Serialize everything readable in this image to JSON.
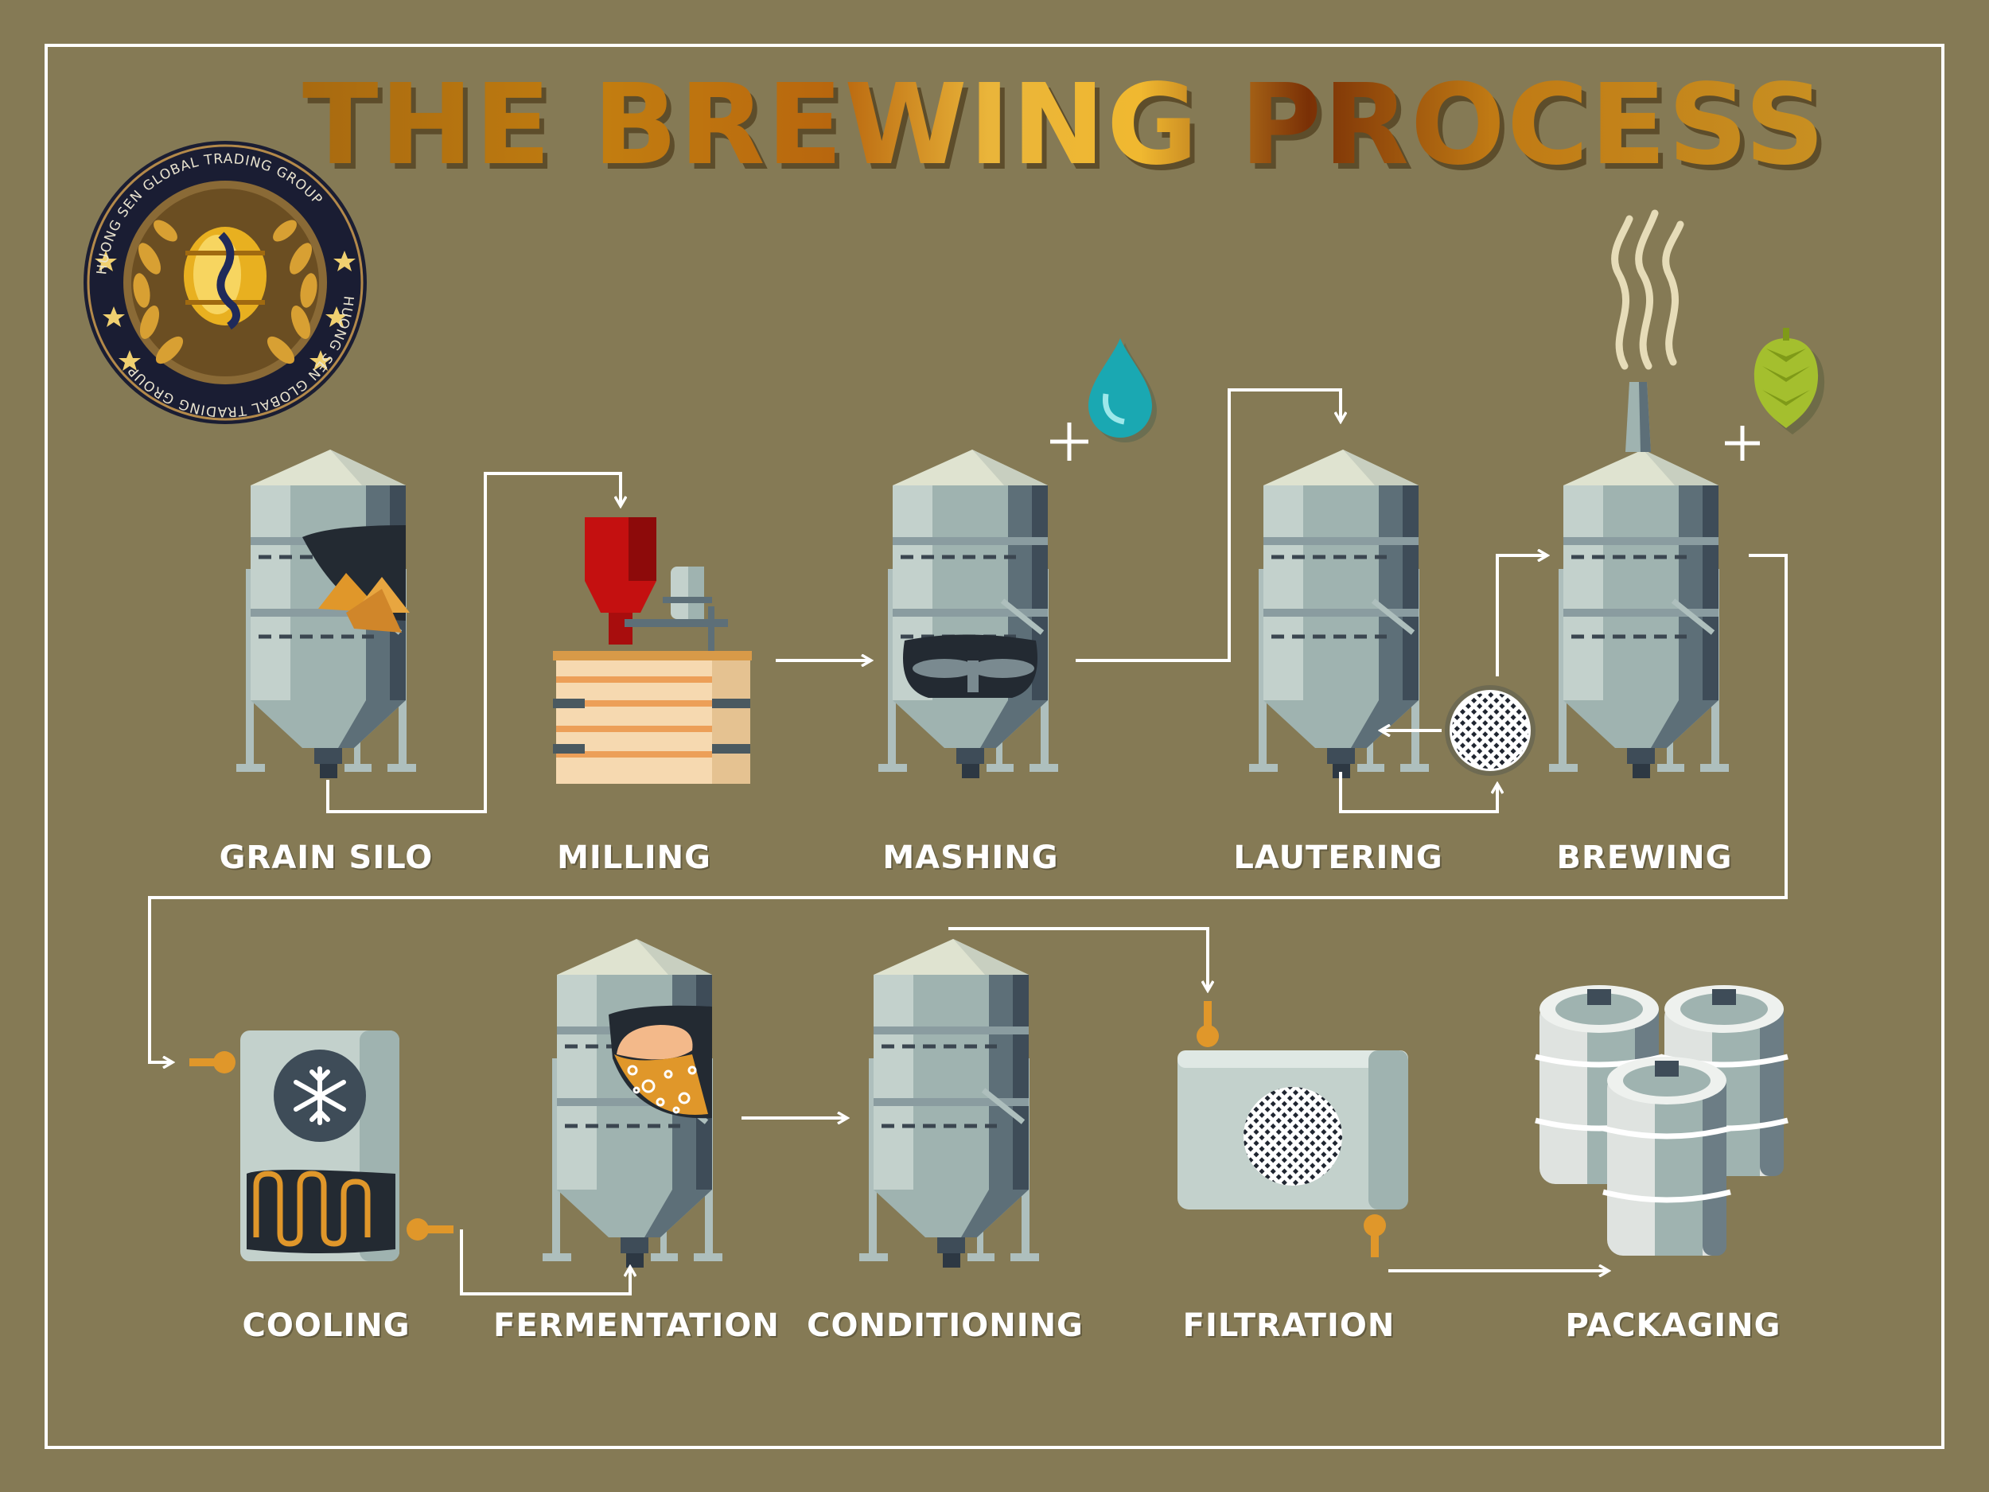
{
  "title": "THE BREWING PROCESS",
  "logo": {
    "ring_text": "HUONG SEN GLOBAL TRADING GROUP",
    "colors": {
      "ring": "#1e2238",
      "gold": "#d8a033"
    }
  },
  "steps": [
    {
      "id": "grain_silo",
      "label": "GRAIN SILO"
    },
    {
      "id": "milling",
      "label": "MILLING"
    },
    {
      "id": "mashing",
      "label": "MASHING"
    },
    {
      "id": "lautering",
      "label": "LAUTERING"
    },
    {
      "id": "brewing",
      "label": "BREWING"
    },
    {
      "id": "cooling",
      "label": "COOLING"
    },
    {
      "id": "fermentation",
      "label": "FERMENTATION"
    },
    {
      "id": "conditioning",
      "label": "CONDITIONING"
    },
    {
      "id": "filtration",
      "label": "FILTRATION"
    },
    {
      "id": "packaging",
      "label": "PACKAGING"
    }
  ],
  "additions": [
    {
      "at": "mashing",
      "icon": "water-drop-icon"
    },
    {
      "at": "brewing",
      "icon": "hop-cone-icon"
    }
  ],
  "colors": {
    "background": "#857a55",
    "line": "#ffffff",
    "tank_light": "#c4d2cd",
    "tank_mid": "#9fb3b0",
    "tank_dark": "#5d6f78",
    "tank_darkest": "#3e4c58",
    "accent_orange": "#e0972a",
    "hopper_red": "#c41010",
    "drop_teal": "#1aa8b2",
    "hop_green": "#a4bf2e"
  }
}
